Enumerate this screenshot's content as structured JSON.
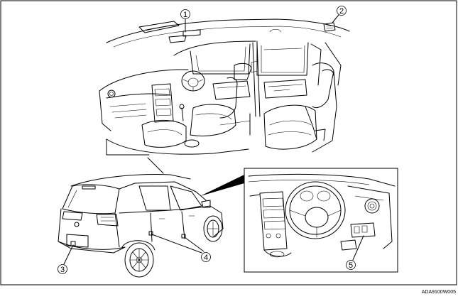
{
  "figure": {
    "callouts": [
      {
        "id": "1",
        "label": "1"
      },
      {
        "id": "2",
        "label": "2"
      },
      {
        "id": "3",
        "label": "3"
      },
      {
        "id": "4",
        "label": "4"
      },
      {
        "id": "5",
        "label": "5"
      }
    ],
    "code": "ADA9100W005"
  }
}
